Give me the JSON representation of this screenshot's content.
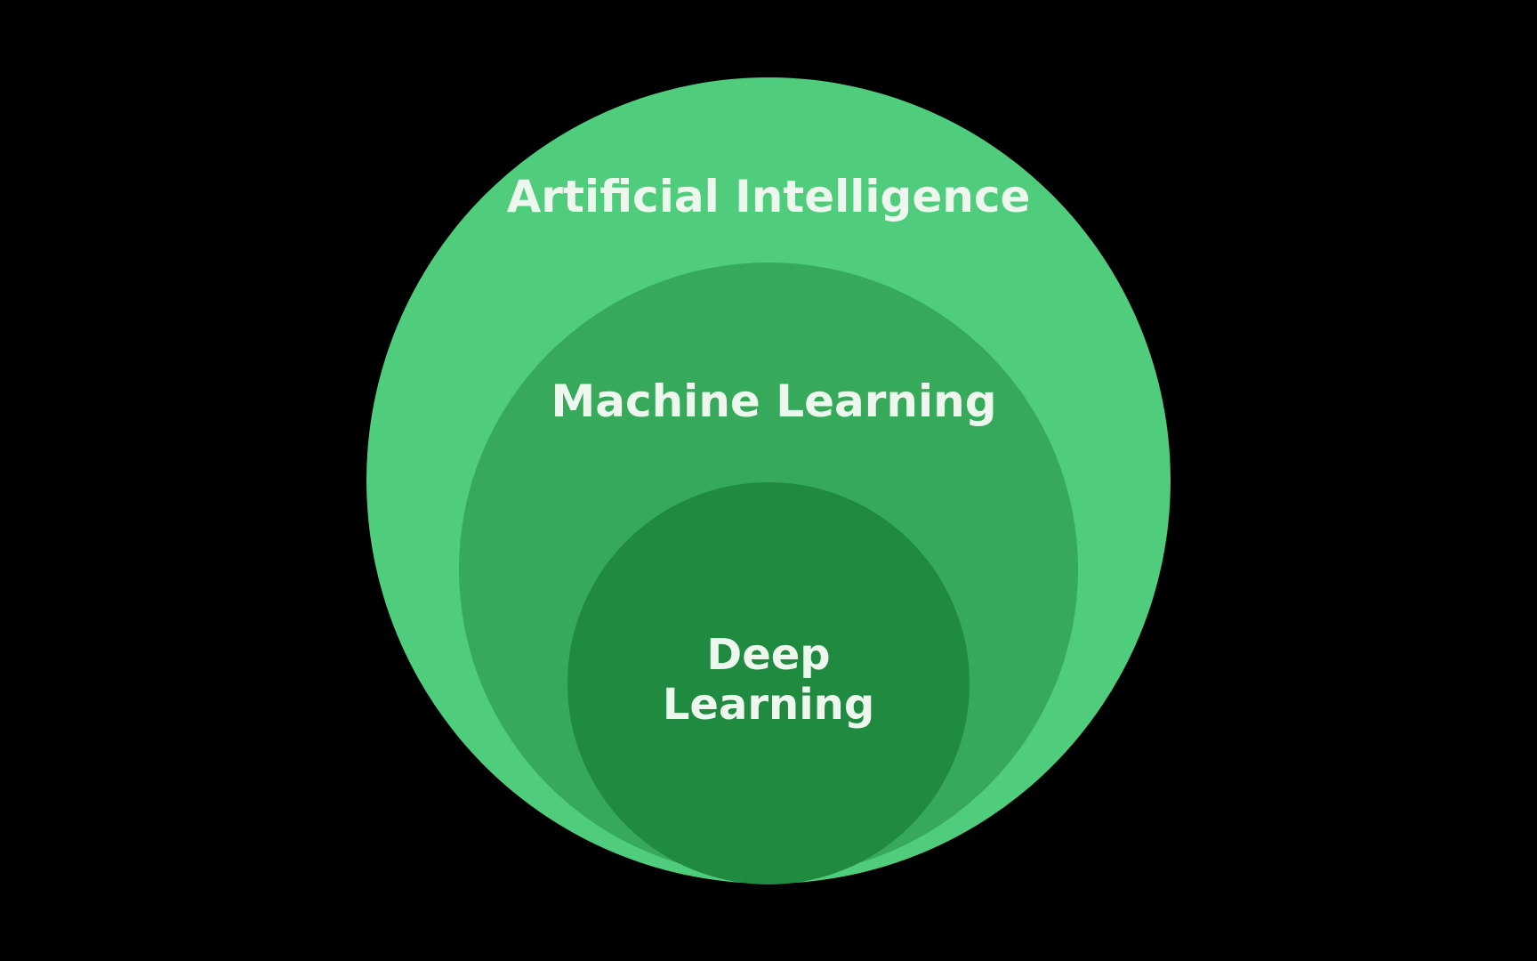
{
  "background_color": "#000000",
  "text_color": "#eef7ee",
  "circles": [
    {
      "id": "ai",
      "label": "Artificial Intelligence",
      "color": "#50cc7d"
    },
    {
      "id": "ml",
      "label": "Machine Learning",
      "color": "#36a95b"
    },
    {
      "id": "dl",
      "label_lines": [
        "Deep",
        "Learning"
      ],
      "color": "#1f8a40"
    }
  ]
}
